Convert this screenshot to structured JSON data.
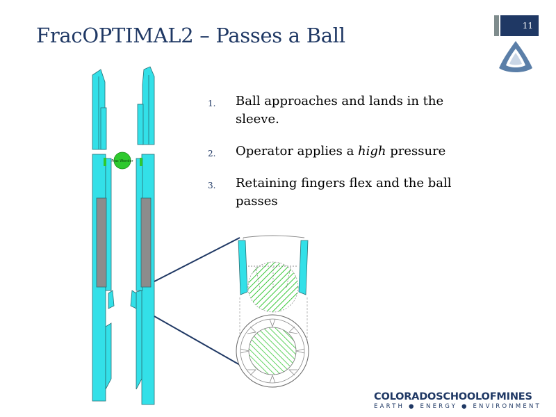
{
  "slide": {
    "title": "FracOPTIMAL2 – Passes a Ball",
    "number": "11"
  },
  "bullets": [
    {
      "num": "1.",
      "parts": [
        {
          "text": "Ball approaches and lands in the sleeve.",
          "italic": false
        }
      ]
    },
    {
      "num": "2.",
      "parts": [
        {
          "text": "Operator applies a ",
          "italic": false
        },
        {
          "text": "high",
          "italic": true
        },
        {
          "text": " pressure",
          "italic": false
        }
      ]
    },
    {
      "num": "3.",
      "parts": [
        {
          "text": "Retaining fingers flex and the ball passes",
          "italic": false
        }
      ]
    }
  ],
  "diagram": {
    "ball_label": "Frac Wonder"
  },
  "footer": {
    "logo_text": "COLORADOSCHOOLOFMINES",
    "tagline": "EARTH ● ENERGY ● ENVIRONMENT"
  },
  "colors": {
    "title": "#1f3864",
    "tool_cyan": "#33e0e8",
    "seat_gray": "#8c8c8c",
    "ball_green": "#2ec92e"
  }
}
